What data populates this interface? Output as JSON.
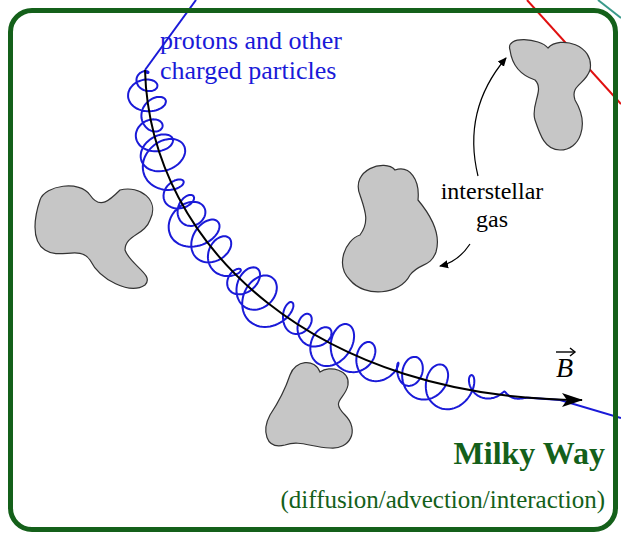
{
  "diagram": {
    "nodes": [
      {
        "text": [
          "Milky Way",
          "(diffusion/advection/interaction)"
        ]
      }
    ],
    "labels": [
      "protons and other charged particles",
      "interstellar gas",
      "B"
    ]
  }
}
